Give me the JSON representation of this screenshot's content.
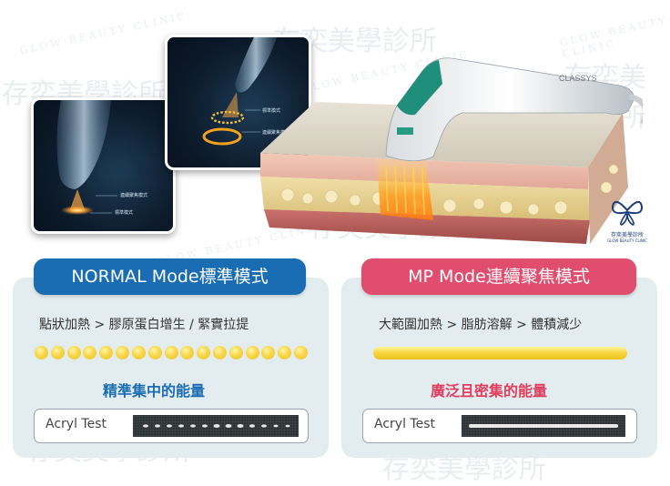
{
  "watermark": {
    "chinese": "存奕美學診所",
    "english": "GLOW BEAUTY CLINIC"
  },
  "illustration": {
    "inset_left": {
      "label_top": "連續聚焦模式",
      "label_bottom": "標準模式"
    },
    "inset_right": {
      "label_top": "標準模式",
      "label_bottom": "連續聚焦模式"
    },
    "device_brand": "CLASSYS"
  },
  "clinic_logo": {
    "name": "存奕美學診所",
    "subtitle": "GLOW BEAUTY CLINIC"
  },
  "panels": {
    "normal": {
      "title": "NORMAL Mode標準模式",
      "process": "點狀加熱 > 膠原蛋白增生 / 緊實拉提",
      "dot_count": 17,
      "energy": "精準集中的能量",
      "acryl_label": "Acryl Test"
    },
    "mp": {
      "title": "MP Mode連續聚焦模式",
      "process": "大範圍加熱 > 脂肪溶解 > 體積減少",
      "energy": "廣泛且密集的能量",
      "acryl_label": "Acryl Test"
    }
  },
  "colors": {
    "normal_accent": "#1a6db2",
    "mp_accent": "#e04d6e",
    "energy_yellow": "#f6d43b",
    "panel_bg": "#e3ecee"
  }
}
